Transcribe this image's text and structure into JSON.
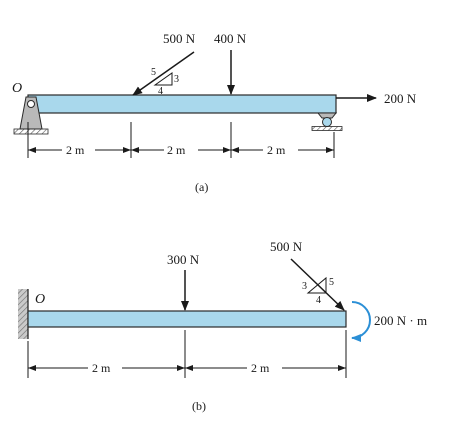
{
  "diagram_a": {
    "point_label": "O",
    "force_500": "500 N",
    "force_400": "400 N",
    "force_200": "200 N",
    "slope_hyp": "5",
    "slope_rise": "3",
    "slope_run": "4",
    "dim_1": "2 m",
    "dim_2": "2 m",
    "dim_3": "2 m",
    "caption": "(a)"
  },
  "diagram_b": {
    "point_label": "O",
    "force_300": "300 N",
    "force_500": "500 N",
    "moment": "200 N · m",
    "slope_hyp": "5",
    "slope_rise": "3",
    "slope_run": "4",
    "dim_1": "2 m",
    "dim_2": "2 m",
    "caption": "(b)"
  },
  "colors": {
    "beam_fill": "#a9d8ec",
    "beam_stroke": "#2a2a2a",
    "support_fill": "#b9b9b9",
    "moment_arrow": "#2b8fd6",
    "line": "#1a1a1a"
  }
}
